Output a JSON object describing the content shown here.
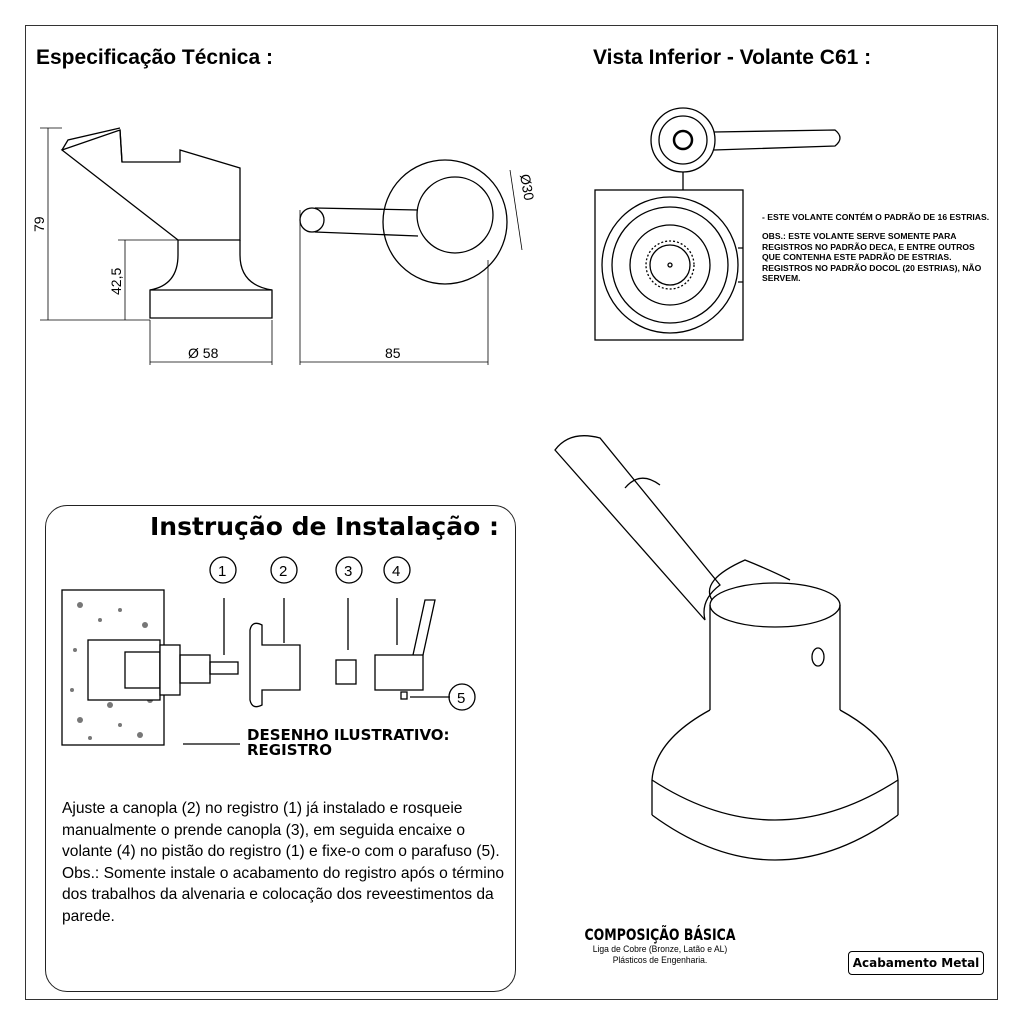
{
  "titles": {
    "spec": "Especificação Técnica :",
    "bottom_view": "Vista Inferior - Volante C61 :",
    "installation": "Instrução de Instalação :"
  },
  "dimensions": {
    "height_total": "79",
    "height_base": "42,5",
    "base_diameter": "Ø 58",
    "length": "85",
    "handle_diameter": "Ø30"
  },
  "notes": {
    "line1": "- ESTE VOLANTE CONTÉM O PADRÃO DE 16 ESTRIAS.",
    "line2": "OBS.: ESTE VOLANTE SERVE SOMENTE PARA REGISTROS NO PADRÃO DECA, E ENTRE OUTROS QUE CONTENHA ESTE PADRÃO DE ESTRIAS.",
    "line3": "REGISTROS NO PADRÃO DOCOL (20 ESTRIAS), NÃO SERVEM."
  },
  "installation": {
    "parts": [
      "1",
      "2",
      "3",
      "4",
      "5"
    ],
    "illustrative_label_1": "DESENHO ILUSTRATIVO:",
    "illustrative_label_2": "REGISTRO",
    "text": "Ajuste a canopla (2) no registro (1) já instalado e rosqueie manualmente o prende canopla (3), em seguida encaixe o volante (4) no pistão do registro (1) e fixe-o com o parafuso (5).",
    "obs": "Obs.: Somente instale o acabamento do registro após o término dos trabalhos da alvenaria e colocação dos reveestimentos da parede."
  },
  "composition": {
    "title": "COMPOSIÇÃO BÁSICA",
    "line1": "Liga de Cobre (Bronze, Latão e AL)",
    "line2": "Plásticos de Engenharia."
  },
  "finish_badge": "Acabamento Metal"
}
